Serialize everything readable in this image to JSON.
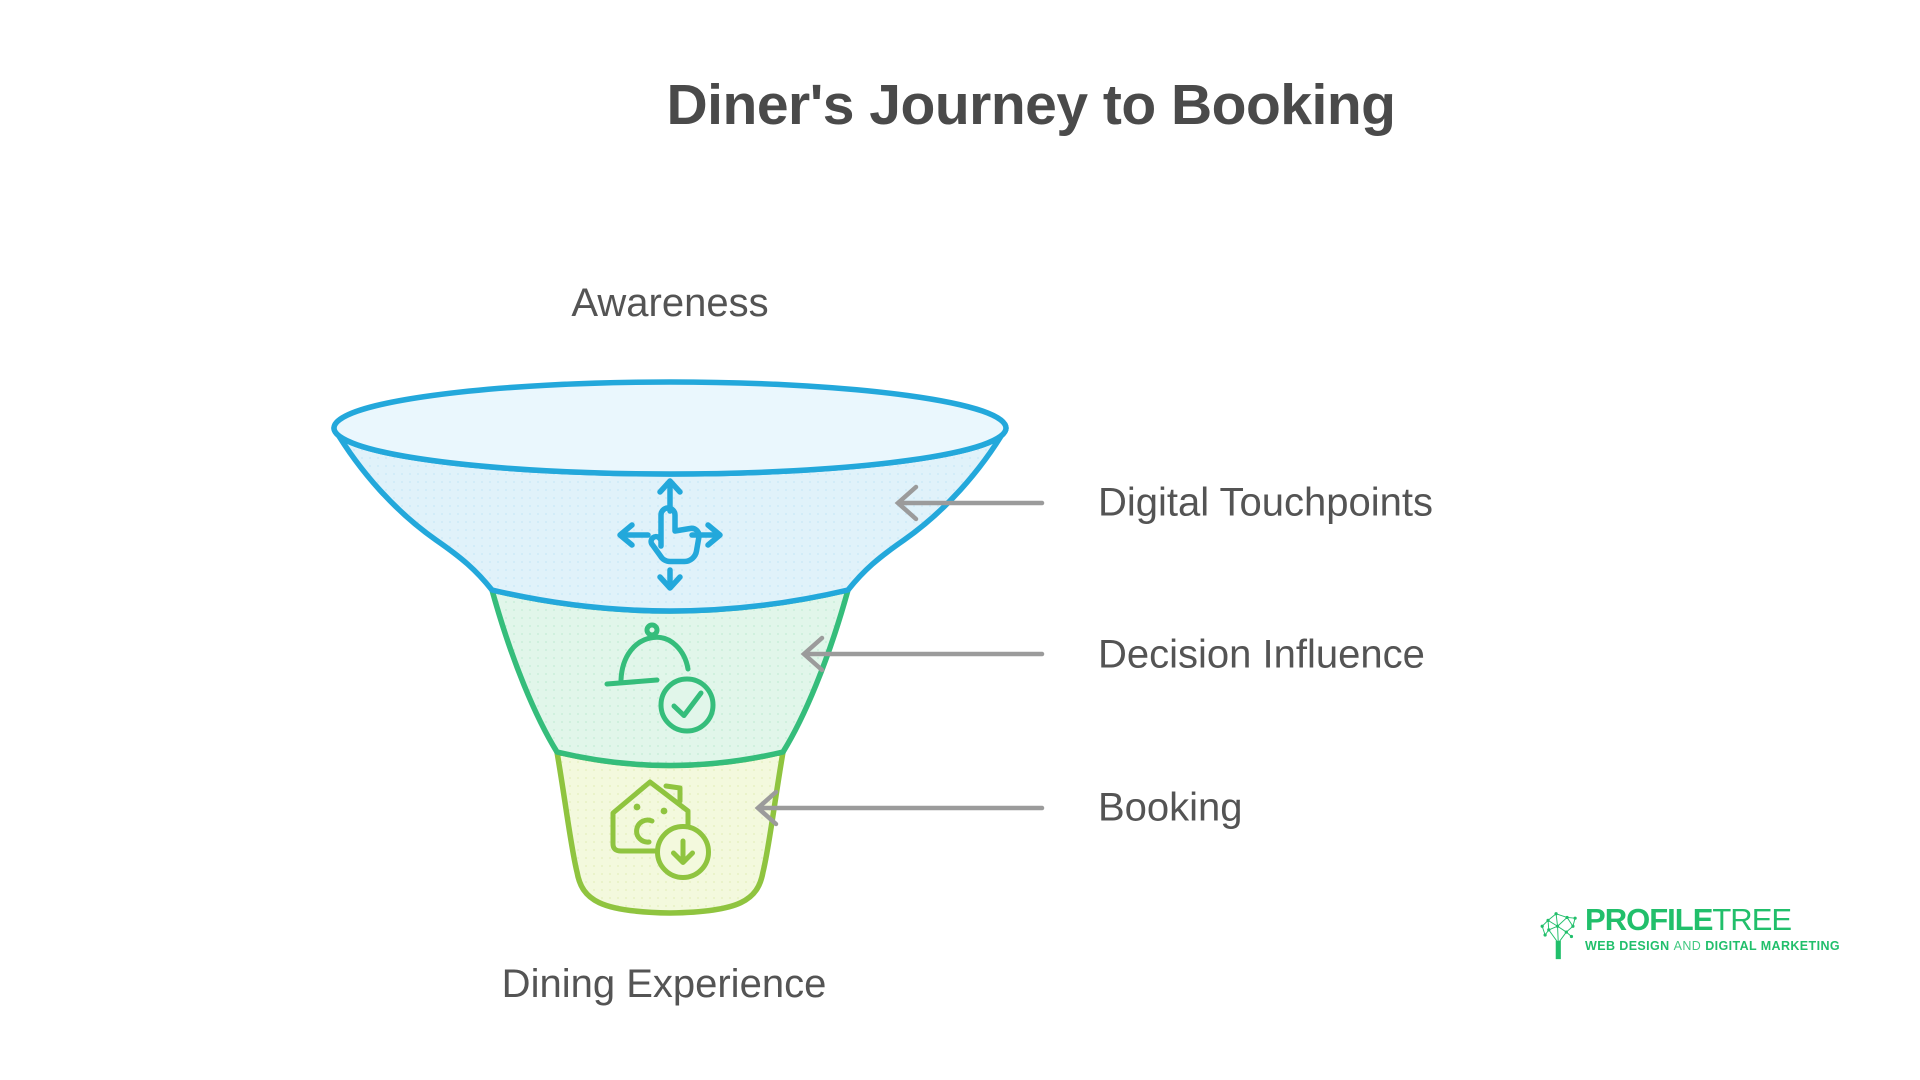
{
  "title": "Diner's Journey to Booking",
  "funnel": {
    "top_label": "Awareness",
    "bottom_label": "Dining Experience",
    "stages": [
      {
        "label": "Digital Touchpoints",
        "stroke_color": "#23A8DB",
        "fill_color": "#E0F2FA",
        "icon": "hand-move-icon"
      },
      {
        "label": "Decision Influence",
        "stroke_color": "#35BD7B",
        "fill_color": "#E1F6EA",
        "icon": "cloche-check-icon"
      },
      {
        "label": "Booking",
        "stroke_color": "#8FC43F",
        "fill_color": "#F3F9DD",
        "icon": "house-download-icon"
      }
    ],
    "arrow_color": "#9B9B9B",
    "label_color": "#545454"
  },
  "logo": {
    "brand_bold": "PROFILE",
    "brand_light": "TREE",
    "tagline_lead": "WEB DESIGN",
    "tagline_mid": "AND",
    "tagline_tail": "DIGITAL MARKETING",
    "color": "#21BF6B"
  }
}
